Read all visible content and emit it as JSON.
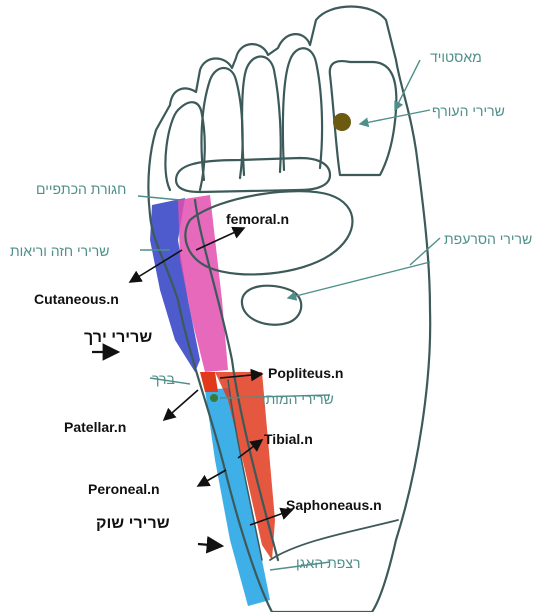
{
  "diagram": {
    "hebrew_labels": {
      "mastoid": "מאסטויד",
      "neck_nerves": "שרירי העורף",
      "shoulder_girdle": "חגורת הכתפיים",
      "chest_and_lung_nerves": "שרירי חזה וריאות",
      "sacral_nerves": "שרירי הסרעפת",
      "thigh_nerves": "שרירי ירך",
      "knee": "ברך",
      "marrow_nerves": "שרירי המותן",
      "shin_nerves": "שרירי שוק",
      "ear_floor": "רצפת האגן"
    },
    "english_labels": {
      "femoral": "femoral.n",
      "cutaneous": "Cutaneous.n",
      "popliteus": "Popliteus.n",
      "patellar": "Patellar.n",
      "tibial": "Tibial.n",
      "peroneal": "Peroneal.n",
      "saphoneaus": "Saphoneaus.n"
    },
    "colors": {
      "outline": "#3d5a5a",
      "teal_line": "#4f8f8a",
      "pink": "#e24fb0",
      "blue": "#3a49c8",
      "red": "#e0391c",
      "cyan": "#2aa6e6",
      "arrow": "#111111",
      "mastoid_dot": "#6b5a10"
    }
  }
}
